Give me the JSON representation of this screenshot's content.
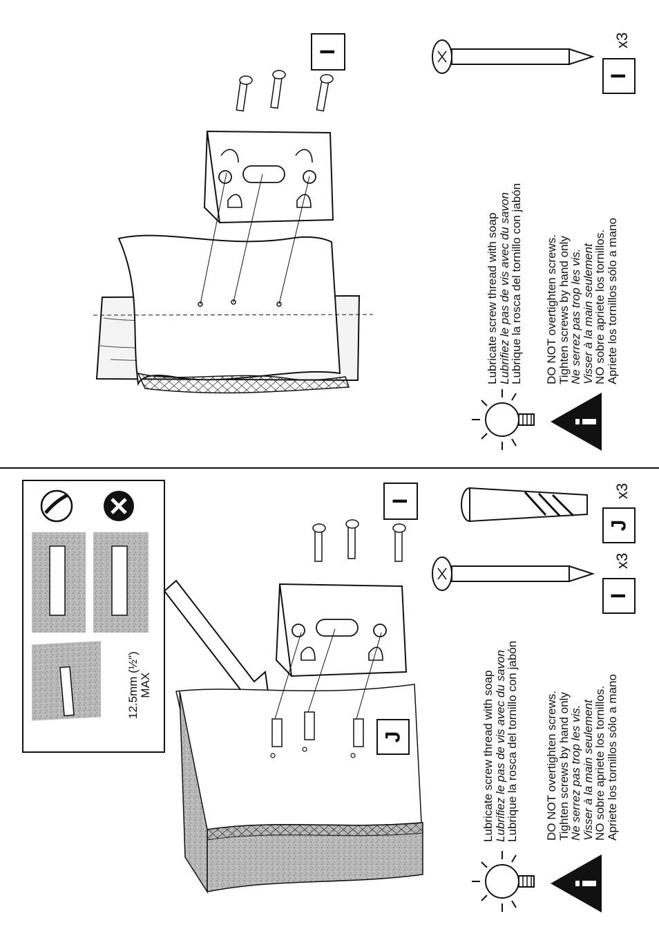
{
  "top_panel": {
    "lube": [
      "Lubricate screw thread with soap",
      "Lubrifiez le pas de vis avec du savon",
      "Lubrique la rosca del  tornillo con jabón"
    ],
    "warn": [
      "DO NOT overtighten screws.",
      "Tighten screws by hand only",
      "Ne serrez pas trop les vis.",
      "Visser à la main seulement",
      "NO sobre apriete los tornillos.",
      "Apriete los tornillos sólo a mano"
    ],
    "label_main": "I",
    "label_screw": "I",
    "qty_screw": "x3"
  },
  "bottom_panel": {
    "lube": [
      "Lubricate screw thread with soap",
      "Lubrifiez le pas de vis avec du savon",
      "Lubrique la rosca del  tornillo con jabón"
    ],
    "warn": [
      "DO NOT overtighten screws.",
      "Tighten screws by hand only",
      "Ne serrez pas trop les vis.",
      "Visser à la main seulement",
      "NO sobre apriete los tornillos.",
      "Apriete los tornillos sólo a mano"
    ],
    "label_main": "I",
    "label_anchor": "J",
    "label_screw": "I",
    "label_anchor_part": "J",
    "qty_screw": "x3",
    "qty_anchor": "x3",
    "measure_line1": "12.5mm (½\")",
    "measure_line2": "MAX"
  },
  "icons": [
    "lightbulb-icon",
    "warning-triangle-icon",
    "ok-icon",
    "not-ok-icon",
    "screw-icon",
    "wall-anchor-icon",
    "arrow-icon"
  ]
}
